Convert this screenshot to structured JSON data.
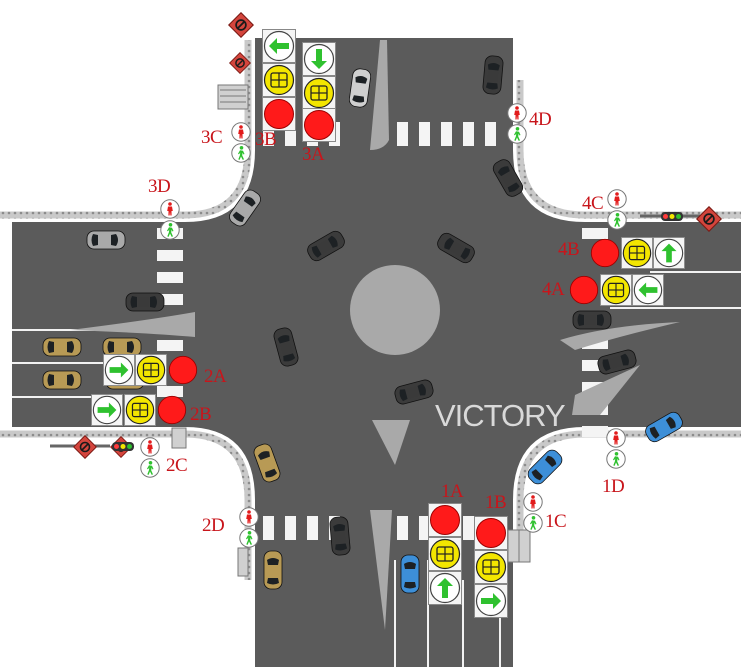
{
  "place_name": "VICTORY",
  "labels": {
    "s1a": "1A",
    "s1b": "1B",
    "s1c": "1C",
    "s1d": "1D",
    "s2a": "2A",
    "s2b": "2B",
    "s2c": "2C",
    "s2d": "2D",
    "s3a": "3A",
    "s3b": "3B",
    "s3c": "3C",
    "s3d": "3D",
    "s4a": "4A",
    "s4b": "4B",
    "s4c": "4C",
    "s4d": "4D"
  },
  "countdown_text": "88",
  "signal_states": {
    "vehicle_lights": "red",
    "pedestrian_lights": "red"
  },
  "colors": {
    "road": "#5b5b5b",
    "island": "#a9a9a9",
    "label": "#c8151b",
    "red_light": "#ff1a1a",
    "green_arrow": "#2fc12f",
    "countdown": "#f3e600",
    "sign": "#d4453d"
  },
  "icons": [
    "left-arrow-icon",
    "down-arrow-icon",
    "up-arrow-icon",
    "right-arrow-icon",
    "pedestrian-icon",
    "no-turn-sign-icon",
    "car-icon"
  ]
}
